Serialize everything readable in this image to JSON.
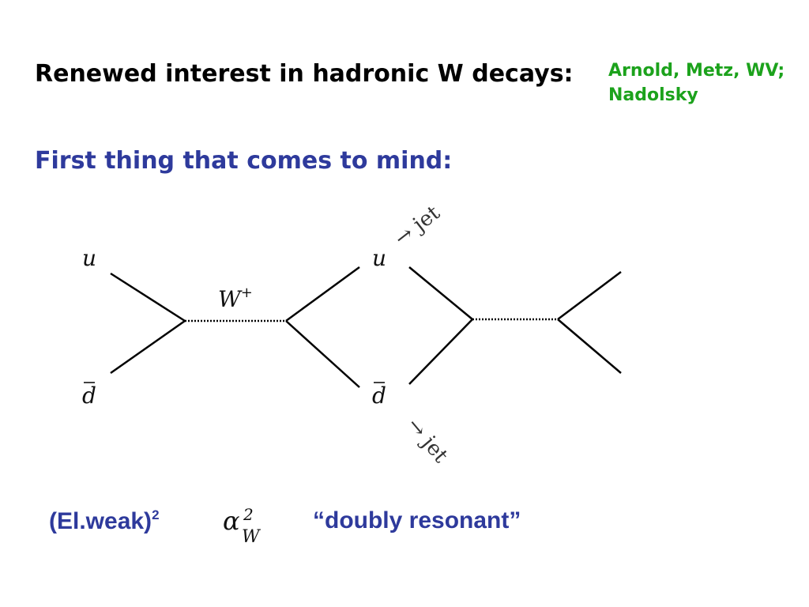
{
  "slide": {
    "title": "Renewed interest in hadronic W decays:",
    "authors_line1": "Arnold, Metz, WV;",
    "authors_line2": "Nadolsky",
    "subtitle": "First thing that comes to mind:",
    "coupling_label": "(El.weak)",
    "coupling_power": "2",
    "alpha_symbol": "α",
    "alpha_sub": "W",
    "alpha_sup": "2",
    "resonant": "“doubly resonant”"
  },
  "diagram": {
    "quark_u_in": "u",
    "quark_d_in": "d",
    "boson": "W",
    "boson_charge": "+",
    "quark_u_out": "u",
    "quark_d_out": "d",
    "jet_top": "→ jet",
    "jet_bottom": "→ jet"
  },
  "colors": {
    "title": "#000000",
    "authors": "#1ca21c",
    "accent_blue": "#2e3a9c"
  }
}
